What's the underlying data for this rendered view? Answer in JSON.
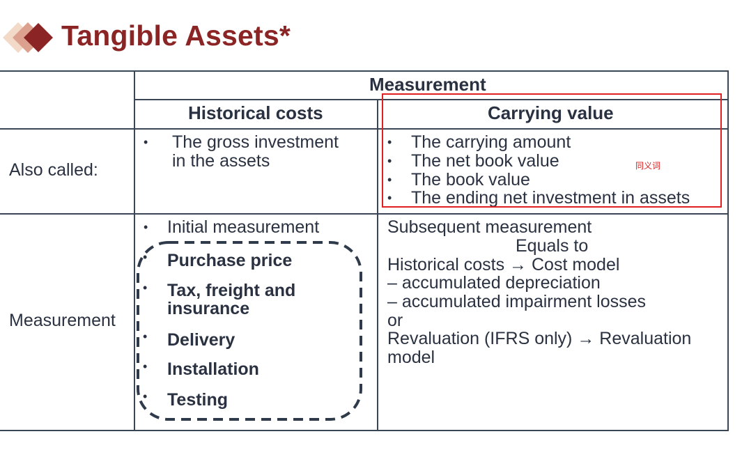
{
  "slide": {
    "title": "Tangible Assets*",
    "accent_color": "#8b2525",
    "logo_icon": "diamond-stack-icon"
  },
  "table": {
    "group_header": "Measurement",
    "col_headers": [
      "Historical costs",
      "Carrying value"
    ],
    "rows": [
      {
        "label": "Also called:",
        "historical": [
          "The gross investment",
          "in the assets"
        ],
        "carrying": [
          "The carrying amount",
          "The net book value",
          "The book value",
          "The ending net investment in assets"
        ]
      },
      {
        "label": "Measurement",
        "historical_intro": "Initial measurement",
        "historical_items": [
          "Purchase price",
          "Tax, freight and",
          "insurance",
          "Delivery",
          "Installation",
          "Testing"
        ],
        "carrying_lines": [
          "Subsequent measurement",
          "Equals to",
          "Historical costs → Cost model",
          "– accumulated depreciation",
          "– accumulated impairment losses",
          "or",
          "Revaluation (IFRS only) → Revaluation",
          "model"
        ]
      }
    ]
  },
  "annotation": {
    "text": "同义词",
    "color": "#e02020"
  }
}
